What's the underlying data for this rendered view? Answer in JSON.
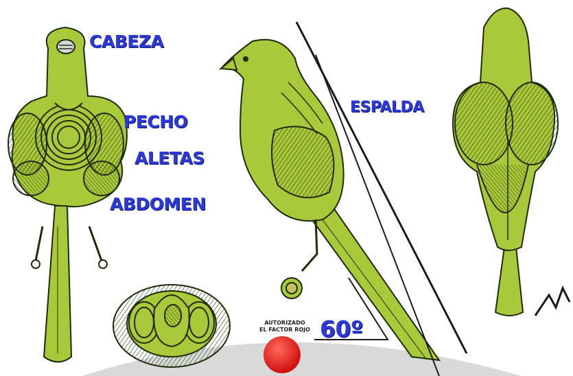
{
  "labels": {
    "head": "CABEZA",
    "chest": "PECHO",
    "wings": "ALETAS",
    "abdomen": "ABDOMEN",
    "back": "ESPALDA",
    "angle": "60º"
  },
  "badge": {
    "line1": "AUTORIZADO",
    "line2": "EL FACTOR ROJO"
  },
  "colors": {
    "bird_green": "#a8c93a",
    "bird_dark": "#1d2a08",
    "label_blue": "#2c39d8",
    "red_dot": "#e01515",
    "arc_gray": "#d7d7d7"
  }
}
